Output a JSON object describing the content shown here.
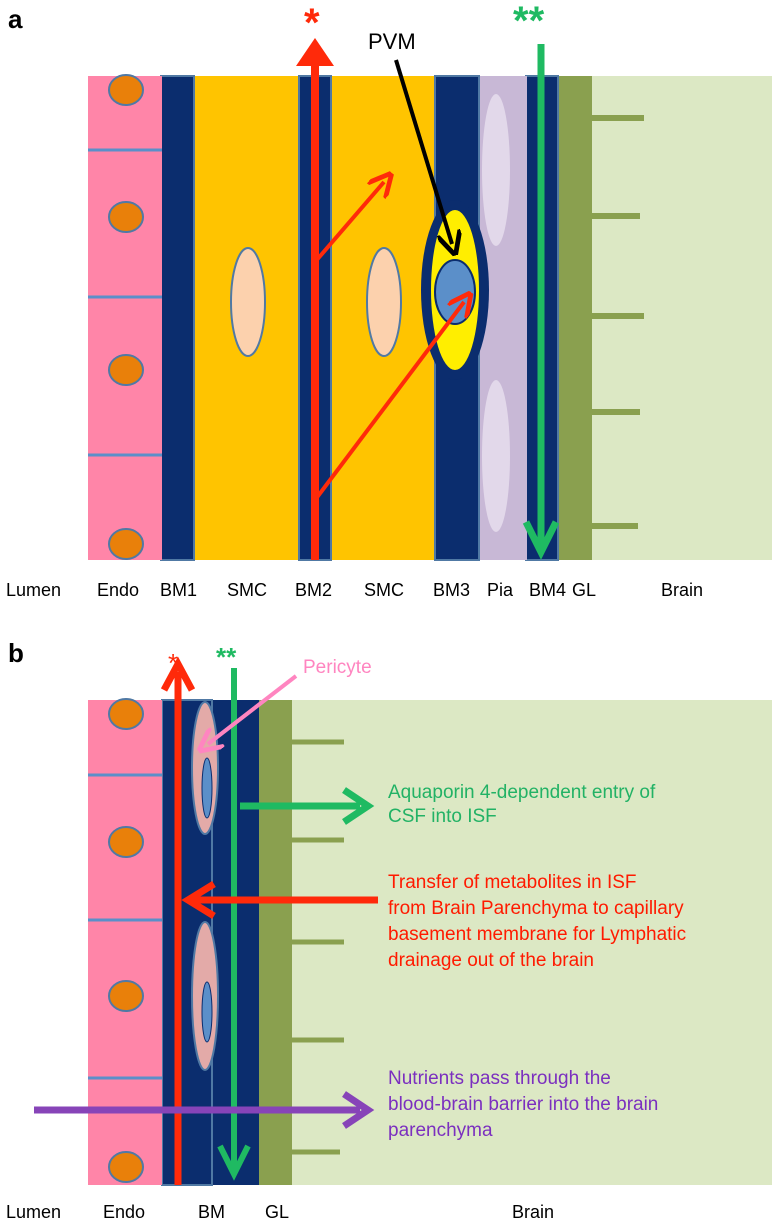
{
  "panel_a": {
    "letter": "a",
    "star_single": "*",
    "star_double": "**",
    "pvm_label": "PVM",
    "layer_labels": [
      "Lumen",
      "Endo",
      "BM1",
      "SMC",
      "BM2",
      "SMC",
      "BM3",
      "Pia",
      "BM4",
      "GL",
      "Brain"
    ]
  },
  "panel_b": {
    "letter": "b",
    "star_single": "*",
    "star_double": "**",
    "pericyte_label": "Pericyte",
    "aquaporin_note": [
      "Aquaporin 4-dependent entry of",
      "CSF into ISF"
    ],
    "metabolite_note": [
      "Transfer of metabolites in ISF",
      "from Brain Parenchyma to capillary",
      "basement membrane for Lymphatic",
      "drainage out of the brain"
    ],
    "nutrient_note": [
      "Nutrients pass through the",
      "blood-brain barrier into the brain",
      "parenchyma"
    ],
    "layer_labels": [
      "Lumen",
      "Endo",
      "BM",
      "GL",
      "Brain"
    ]
  },
  "colors": {
    "endothelium": "#ff85a8",
    "endo_nucleus": "#e9800a",
    "basement_membrane": "#0b2d6e",
    "smooth_muscle": "#ffc400",
    "smc_nucleus": "#fcd1ad",
    "pia": "#c8b8d6",
    "glia_limitans": "#8aa04f",
    "brain": "#dce8c4",
    "pvm_cell": "#ffee00",
    "pvm_nucleus": "#5b8fc9",
    "pericyte": "#e3aaa8",
    "arrow_red": "#ff2a0a",
    "arrow_green": "#1fba62",
    "arrow_purple": "#8744b8",
    "arrow_pink": "#ff85c0",
    "arrow_black": "#000000"
  }
}
